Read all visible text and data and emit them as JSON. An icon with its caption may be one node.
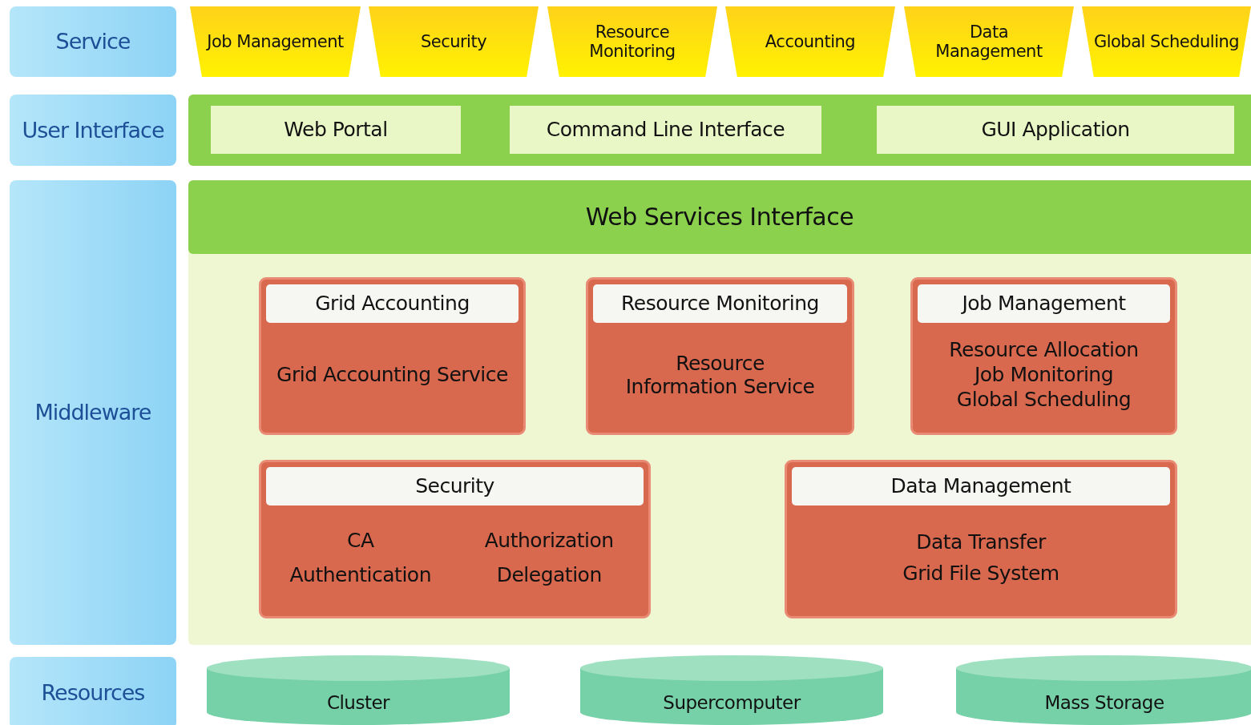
{
  "diagram": {
    "nodes": [
      {
        "text": [
          "Service"
        ]
      },
      {
        "text": [
          "Job Management"
        ]
      },
      {
        "text": [
          "Security"
        ]
      },
      {
        "text": [
          "Resource Monitoring"
        ]
      },
      {
        "text": [
          "Accounting"
        ]
      },
      {
        "text": [
          "Data Management"
        ]
      },
      {
        "text": [
          "Global Scheduling"
        ]
      },
      {
        "text": [
          "User Interface"
        ]
      },
      {
        "text": [],
        "shape": "box"
      },
      {
        "text": [
          "Web Portal"
        ],
        "in": 8
      },
      {
        "text": [
          "Command Line Interface"
        ],
        "in": 8
      },
      {
        "text": [
          "GUI Application"
        ],
        "in": 8
      },
      {
        "text": [
          "Middleware"
        ]
      },
      {
        "text": [
          "Web Services Interface"
        ]
      },
      {
        "text": [
          "Grid Accounting",
          "Grid Accounting Service"
        ],
        "in": 13
      },
      {
        "text": [
          "Resource Monitoring",
          "Resource Information Service"
        ],
        "in": 13
      },
      {
        "text": [
          "Job Management",
          "Resource Allocation",
          "Job Monitoring",
          "Global Scheduling"
        ],
        "in": 13
      },
      {
        "text": [
          "Security",
          "CA",
          "Authorization",
          "Authentication",
          "Delegation"
        ],
        "in": 13
      },
      {
        "text": [
          "Data Management",
          "Data Transfer",
          "Grid File System"
        ],
        "in": 13
      },
      {
        "text": [
          "Resources"
        ]
      },
      {
        "text": [
          "Cluster"
        ]
      },
      {
        "text": [
          "Supercomputer"
        ]
      },
      {
        "text": [
          "Mass Storage"
        ]
      }
    ]
  }
}
